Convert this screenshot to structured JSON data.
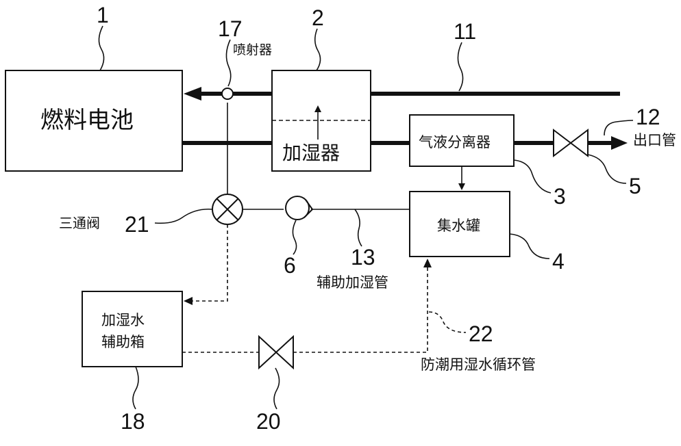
{
  "components": {
    "fuel_cell": "燃料电池",
    "humidifier": "加湿器",
    "separator": "气液分离器",
    "water_tank": "集水罐",
    "aux_tank_line1": "加湿水",
    "aux_tank_line2": "辅助箱"
  },
  "labels": {
    "ejector": "喷射器",
    "outlet_pipe": "出口管",
    "three_way_valve": "三通阀",
    "aux_humidify_pipe": "辅助加湿管",
    "recirc_pipe": "防潮用湿水循环管"
  },
  "ref_numbers": {
    "n1": "1",
    "n2": "2",
    "n3": "3",
    "n4": "4",
    "n5": "5",
    "n6": "6",
    "n11": "11",
    "n12": "12",
    "n13": "13",
    "n17": "17",
    "n18": "18",
    "n20": "20",
    "n21": "21",
    "n22": "22"
  }
}
